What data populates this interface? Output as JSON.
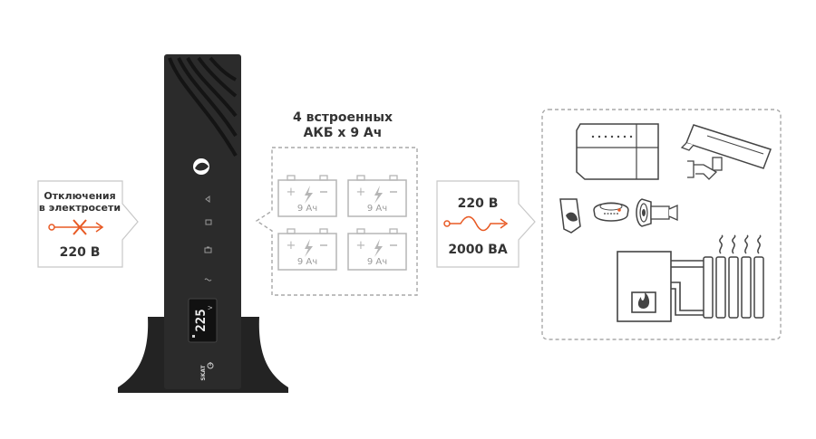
{
  "input_panel": {
    "title_line1": "Отключения",
    "title_line2": "в электросети",
    "voltage": "220 В",
    "accent": "#e85a24"
  },
  "ups": {
    "display_value": "225",
    "display_unit": "V",
    "brand": "SKAT",
    "body_color": "#2b2b2b"
  },
  "batteries": {
    "title_line1": "4 встроенных",
    "title_line2": "АКБ х 9 Ач",
    "items": [
      {
        "label": "9 Ач"
      },
      {
        "label": "9 Ач"
      },
      {
        "label": "9 Ач"
      },
      {
        "label": "9 Ач"
      }
    ],
    "color": "#b5b5b5"
  },
  "output_panel": {
    "voltage": "220 В",
    "power": "2000 ВА"
  },
  "loads": {
    "icons": [
      "alarm-panel-icon",
      "cctv-camera-icon",
      "motion-sensor-icon",
      "smoke-detector-icon",
      "siren-icon",
      "boiler-icon",
      "radiator-icon"
    ]
  }
}
